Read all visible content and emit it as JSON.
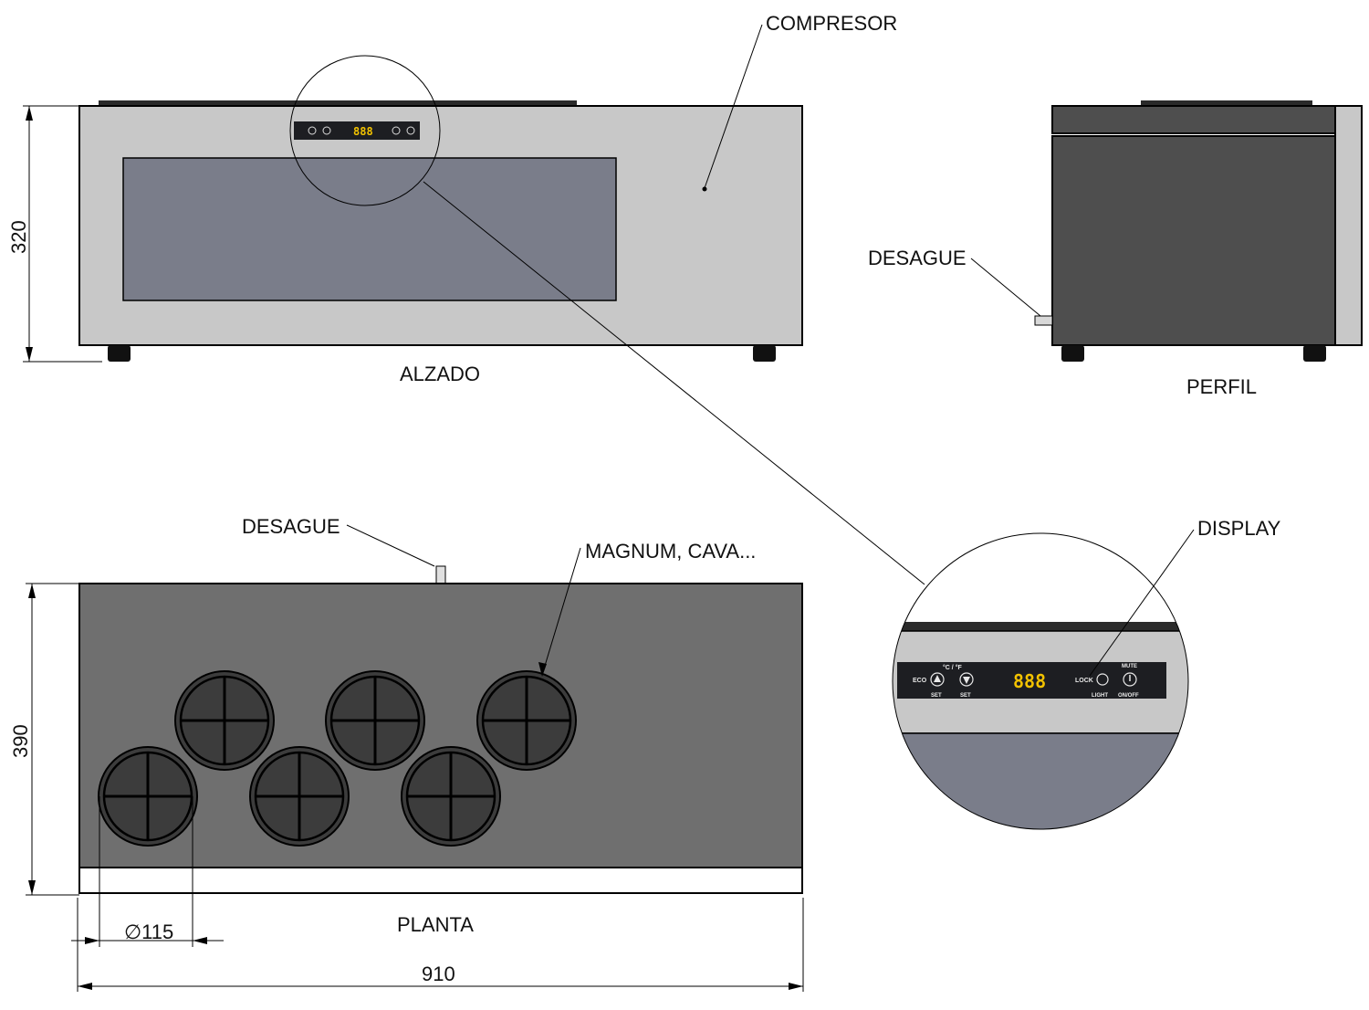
{
  "labels": {
    "compresor": "COMPRESOR",
    "desague_perfil": "DESAGUE",
    "desague_planta": "DESAGUE",
    "magnum": "MAGNUM, CAVA...",
    "display": "DISPLAY",
    "alzado": "ALZADO",
    "perfil": "PERFIL",
    "planta": "PLANTA"
  },
  "dimensions": {
    "height_front": "320",
    "depth_plan": "390",
    "hole_diameter": "∅115",
    "width": "910"
  },
  "control_panel": {
    "eco": "ECO",
    "unit_toggle": "°C / °F",
    "set_up": "SET",
    "set_down": "SET",
    "digits": "888",
    "lock": "LOCK",
    "light": "LIGHT",
    "mute": "MUTE",
    "onoff": "ON/OFF"
  },
  "colors": {
    "front_panel": "#c8c8c8",
    "glass": "#7a7d8a",
    "top_surface": "#6f6f6f",
    "body_dark": "#4e4e4e",
    "bottle_holder": "#3c3c3c",
    "display_panel": "#1d1e22",
    "digit": "#f2c200"
  }
}
